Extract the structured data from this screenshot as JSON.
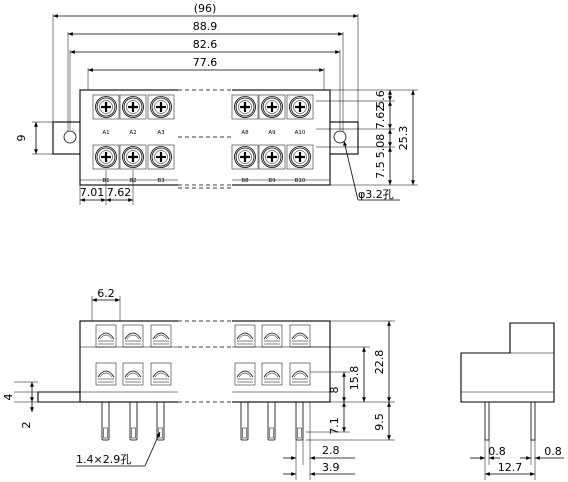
{
  "top_view": {
    "dims": {
      "overall": "(96)",
      "outer_width": "88.9",
      "hole_pitch": "82.6",
      "terminal_span": "77.6",
      "flange_height": "9",
      "pitch_right_top": "5.6",
      "pitch_right_mid": "7.62",
      "total_height": "25.3",
      "pitch_right_low": "5.08",
      "pitch_right_bottom": "7.5",
      "left_offset": "7.01",
      "terminal_pitch": "7.62",
      "mount_hole": "φ3.2孔"
    },
    "top_row_labels": [
      "A1",
      "A2",
      "A3",
      "A8",
      "A9",
      "A10"
    ],
    "bottom_row_labels": [
      "B1",
      "B2",
      "B3",
      "B8",
      "B9",
      "B10"
    ]
  },
  "front_view": {
    "dims": {
      "terminal_width": "6.2",
      "flange_thickness": "4",
      "pin_offset": "2",
      "pin_size": "1.4×2.9孔",
      "total_height": "22.8",
      "upper_height": "15.8",
      "step": "8",
      "pin_len_short": "7.1",
      "pin_len_long": "9.5",
      "pin_pitch_small": "2.8",
      "pin_pitch_large": "3.9"
    }
  },
  "side_view": {
    "dims": {
      "pin_thickness_left": "0.8",
      "pin_thickness_right": "0.8",
      "pin_spacing": "12.7"
    }
  }
}
